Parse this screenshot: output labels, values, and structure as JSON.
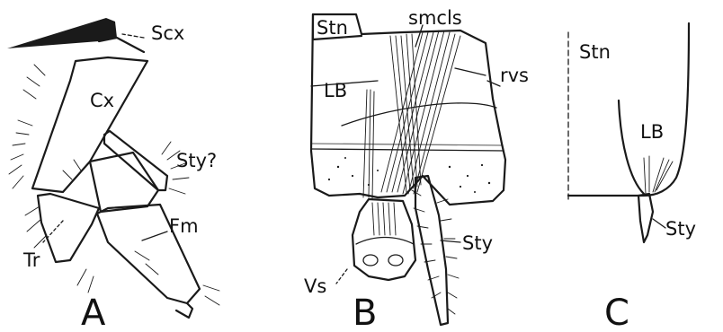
{
  "panels": [
    {
      "id": "A",
      "letter": "A",
      "labels": {
        "scx": "Scx",
        "cx": "Cx",
        "sty": "Sty?",
        "fm": "Fm",
        "tr": "Tr"
      }
    },
    {
      "id": "B",
      "letter": "B",
      "labels": {
        "stn": "Stn",
        "smcls": "smcls",
        "rvs": "rvs",
        "lb": "LB",
        "sty": "Sty",
        "vs": "Vs"
      }
    },
    {
      "id": "C",
      "letter": "C",
      "labels": {
        "stn": "Stn",
        "lb": "LB",
        "sty": "Sty"
      }
    }
  ]
}
